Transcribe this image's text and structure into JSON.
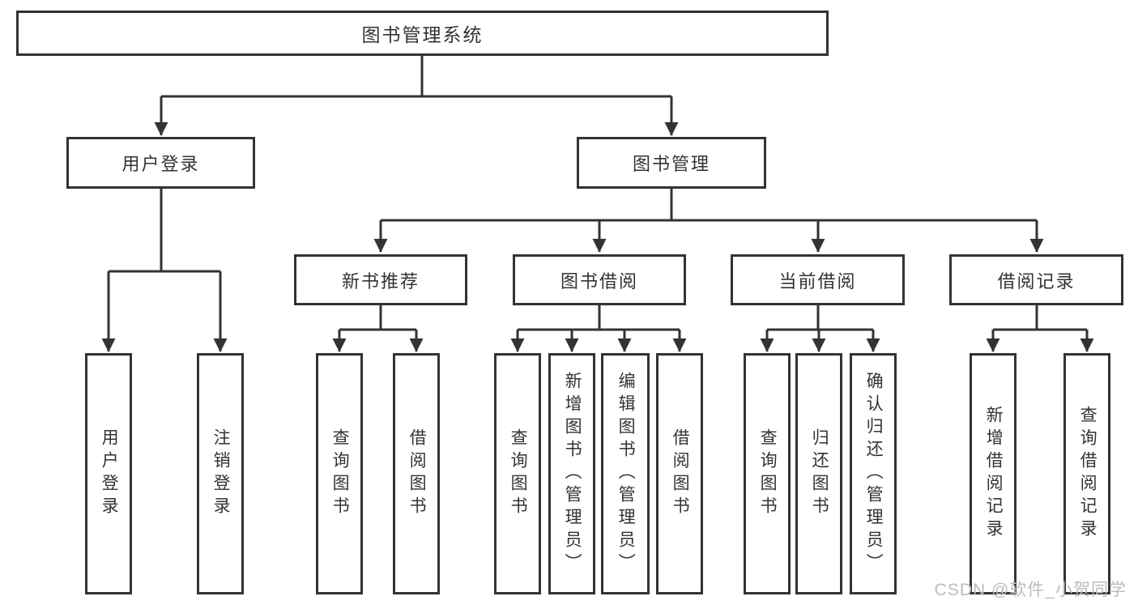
{
  "diagram": {
    "root": {
      "label": "图书管理系统"
    },
    "branches": [
      {
        "label": "用户登录",
        "children": [
          {
            "label": "用户登录"
          },
          {
            "label": "注销登录"
          }
        ]
      },
      {
        "label": "图书管理",
        "children": [
          {
            "label": "新书推荐",
            "children": [
              {
                "label": "查询图书"
              },
              {
                "label": "借阅图书"
              }
            ]
          },
          {
            "label": "图书借阅",
            "children": [
              {
                "label": "查询图书"
              },
              {
                "label": "新增图书（管理员）"
              },
              {
                "label": "编辑图书（管理员）"
              },
              {
                "label": "借阅图书"
              }
            ]
          },
          {
            "label": "当前借阅",
            "children": [
              {
                "label": "查询图书"
              },
              {
                "label": "归还图书"
              },
              {
                "label": "确认归还（管理员）"
              }
            ]
          },
          {
            "label": "借阅记录",
            "children": [
              {
                "label": "新增借阅记录"
              },
              {
                "label": "查询借阅记录"
              }
            ]
          }
        ]
      }
    ]
  },
  "watermark": {
    "text": "CSDN @软件_小贺同学"
  },
  "colors": {
    "line": "#333333",
    "text": "#333333",
    "watermark": "#bcbcbc"
  }
}
